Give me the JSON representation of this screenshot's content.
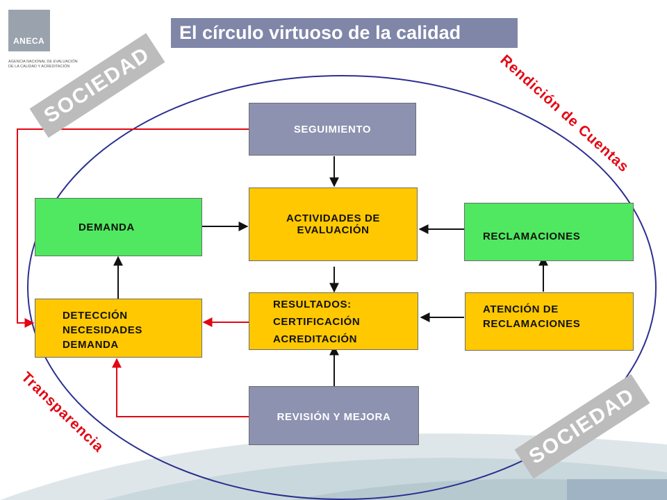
{
  "header": {
    "title": "El círculo virtuoso de la calidad",
    "logo_text": "ANECA",
    "logo_subtitle_1": "AGENCIA NACIONAL DE EVALUACIÓN",
    "logo_subtitle_2": "DE LA CALIDAD Y ACREDITACIÓN"
  },
  "labels": {
    "sociedad_top": "SOCIEDAD",
    "sociedad_bottom": "SOCIEDAD",
    "rendicion": "Rendición de Cuentas",
    "transparencia": "Transparencia"
  },
  "boxes": {
    "seguimiento": "SEGUIMIENTO",
    "actividades_line1": "ACTIVIDADES DE",
    "actividades_line2": "EVALUACIÓN",
    "demanda": "DEMANDA",
    "reclamaciones": "RECLAMACIONES",
    "resultados_line1": "RESULTADOS:",
    "resultados_line2": "CERTIFICACIÓN",
    "resultados_line3": "ACREDITACIÓN",
    "deteccion_line1": "DETECCIÓN",
    "deteccion_line2": "NECESIDADES",
    "deteccion_line3": "DEMANDA",
    "atencion_line1": "ATENCIÓN DE",
    "atencion_line2": "RECLAMACIONES",
    "revision": "REVISIÓN Y MEJORA"
  },
  "colors": {
    "title_bg": "#7f86a8",
    "purple_box": "#8c92b0",
    "yellow_box": "#ffc800",
    "green_box": "#50e860",
    "red": "#e30613",
    "ellipse": "#2b2f8f",
    "gray_band": "#bcbcbc"
  }
}
